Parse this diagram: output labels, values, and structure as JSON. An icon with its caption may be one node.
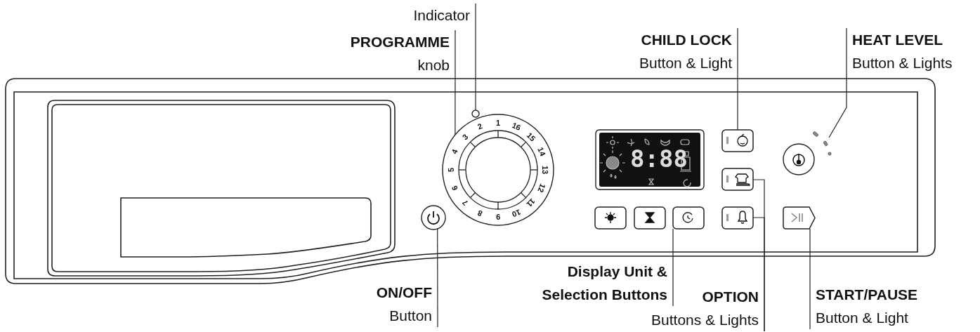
{
  "diagram": {
    "nodes": [
      {
        "text": [
          "Indicator"
        ]
      },
      {
        "text": [
          "PROGRAMME",
          "knob"
        ]
      },
      {
        "text": [
          "CHILD LOCK",
          "Button & Light"
        ]
      },
      {
        "text": [
          "HEAT LEVEL",
          "Button & Lights"
        ]
      },
      {
        "text": [
          "ON/OFF",
          "Button"
        ]
      },
      {
        "text": [
          "Display Unit & Selection Buttons"
        ]
      },
      {
        "text": [
          "OPTION",
          "Buttons & Lights"
        ]
      },
      {
        "text": [
          "START/PAUSE",
          "Button & Light"
        ]
      },
      {
        "text": [],
        "shape": "circle"
      },
      {
        "text": [],
        "shape": "circle"
      },
      {
        "text": [],
        "shape": "circle"
      },
      {
        "text": [],
        "shape": "box"
      },
      {
        "text": [],
        "shape": "box"
      },
      {
        "text": [],
        "shape": "box"
      },
      {
        "text": [],
        "shape": "box"
      },
      {
        "text": [],
        "shape": "box"
      },
      {
        "text": [],
        "shape": "box"
      },
      {
        "text": [],
        "shape": "box"
      },
      {
        "text": [],
        "shape": "circle"
      },
      {
        "text": [],
        "shape": "bar"
      }
    ],
    "edges": [
      {
        "from": 0,
        "to": 9,
        "arrow": "none"
      },
      {
        "from": 1,
        "to": 10,
        "arrow": "none"
      },
      {
        "from": 2,
        "to": 14,
        "arrow": "none"
      },
      {
        "from": 3,
        "to": 19,
        "arrow": "none"
      },
      {
        "from": 4,
        "to": 8,
        "arrow": "none"
      },
      {
        "from": 5,
        "to": 13,
        "arrow": "none"
      },
      {
        "from": 6,
        "to": 15,
        "arrow": "none"
      },
      {
        "from": 6,
        "to": 16,
        "arrow": "none"
      },
      {
        "from": 7,
        "to": 17,
        "arrow": "none"
      }
    ],
    "labels": [
      "1",
      "16",
      "15",
      "14",
      "13",
      "12",
      "11",
      "10",
      "9",
      "8",
      "7",
      "6",
      "5",
      "4",
      "3",
      "2",
      "8:88"
    ]
  }
}
